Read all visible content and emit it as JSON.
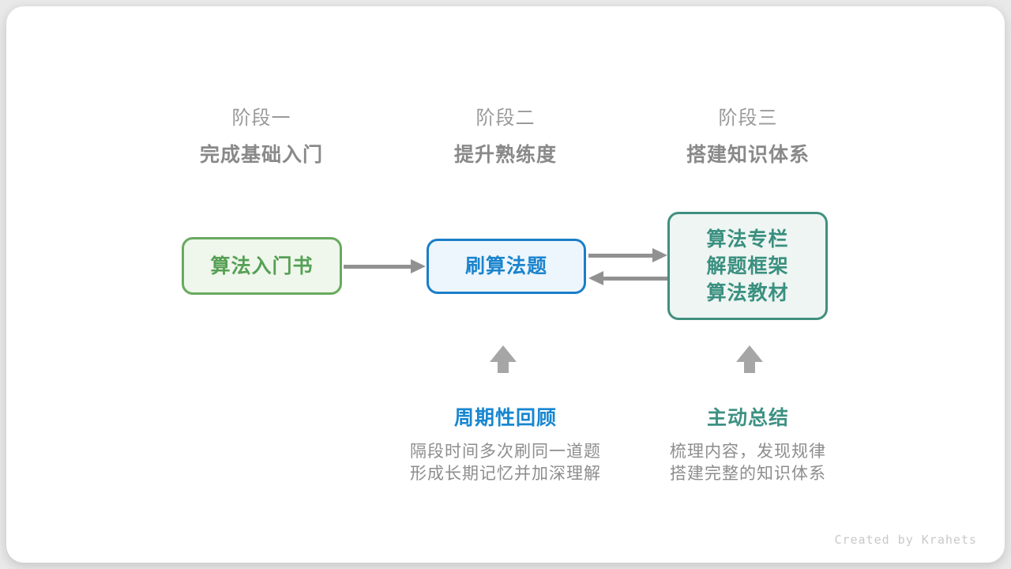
{
  "stages": [
    {
      "label": "阶段一",
      "subtitle": "完成基础入门"
    },
    {
      "label": "阶段二",
      "subtitle": "提升熟练度"
    },
    {
      "label": "阶段三",
      "subtitle": "搭建知识体系"
    }
  ],
  "nodes": [
    {
      "id": "intro-book",
      "lines": [
        "算法入门书"
      ],
      "text_color": "#55a055",
      "border_color": "#68aa5e",
      "bg_color": "#eff6eb"
    },
    {
      "id": "practice-problems",
      "lines": [
        "刷算法题"
      ],
      "text_color": "#1b84cd",
      "border_color": "#1b7ec8",
      "bg_color": "#edf6fd"
    },
    {
      "id": "knowledge-sources",
      "lines": [
        "算法专栏",
        "解题框架",
        "算法教材"
      ],
      "text_color": "#3a9080",
      "border_color": "#40907e",
      "bg_color": "#eef5f2"
    }
  ],
  "annotations": [
    {
      "title": "周期性回顾",
      "title_color": "#1787d0",
      "lines": [
        "隔段时间多次刷同一道题",
        "形成长期记忆并加深理解"
      ]
    },
    {
      "title": "主动总结",
      "title_color": "#3d9183",
      "lines": [
        "梳理内容，发现规律",
        "搭建完整的知识体系"
      ]
    }
  ],
  "footer": {
    "credit": "Created by Krahets"
  },
  "colors": {
    "page_background": "#e9e9e9",
    "card_background": "#ffffff",
    "stage_label_gray": "#9a9a9a",
    "arrow_gray": "#919191",
    "block_arrow_gray": "#a6a6a6",
    "description_gray": "#8d8d8d",
    "credit_gray": "#c9c9c9"
  }
}
